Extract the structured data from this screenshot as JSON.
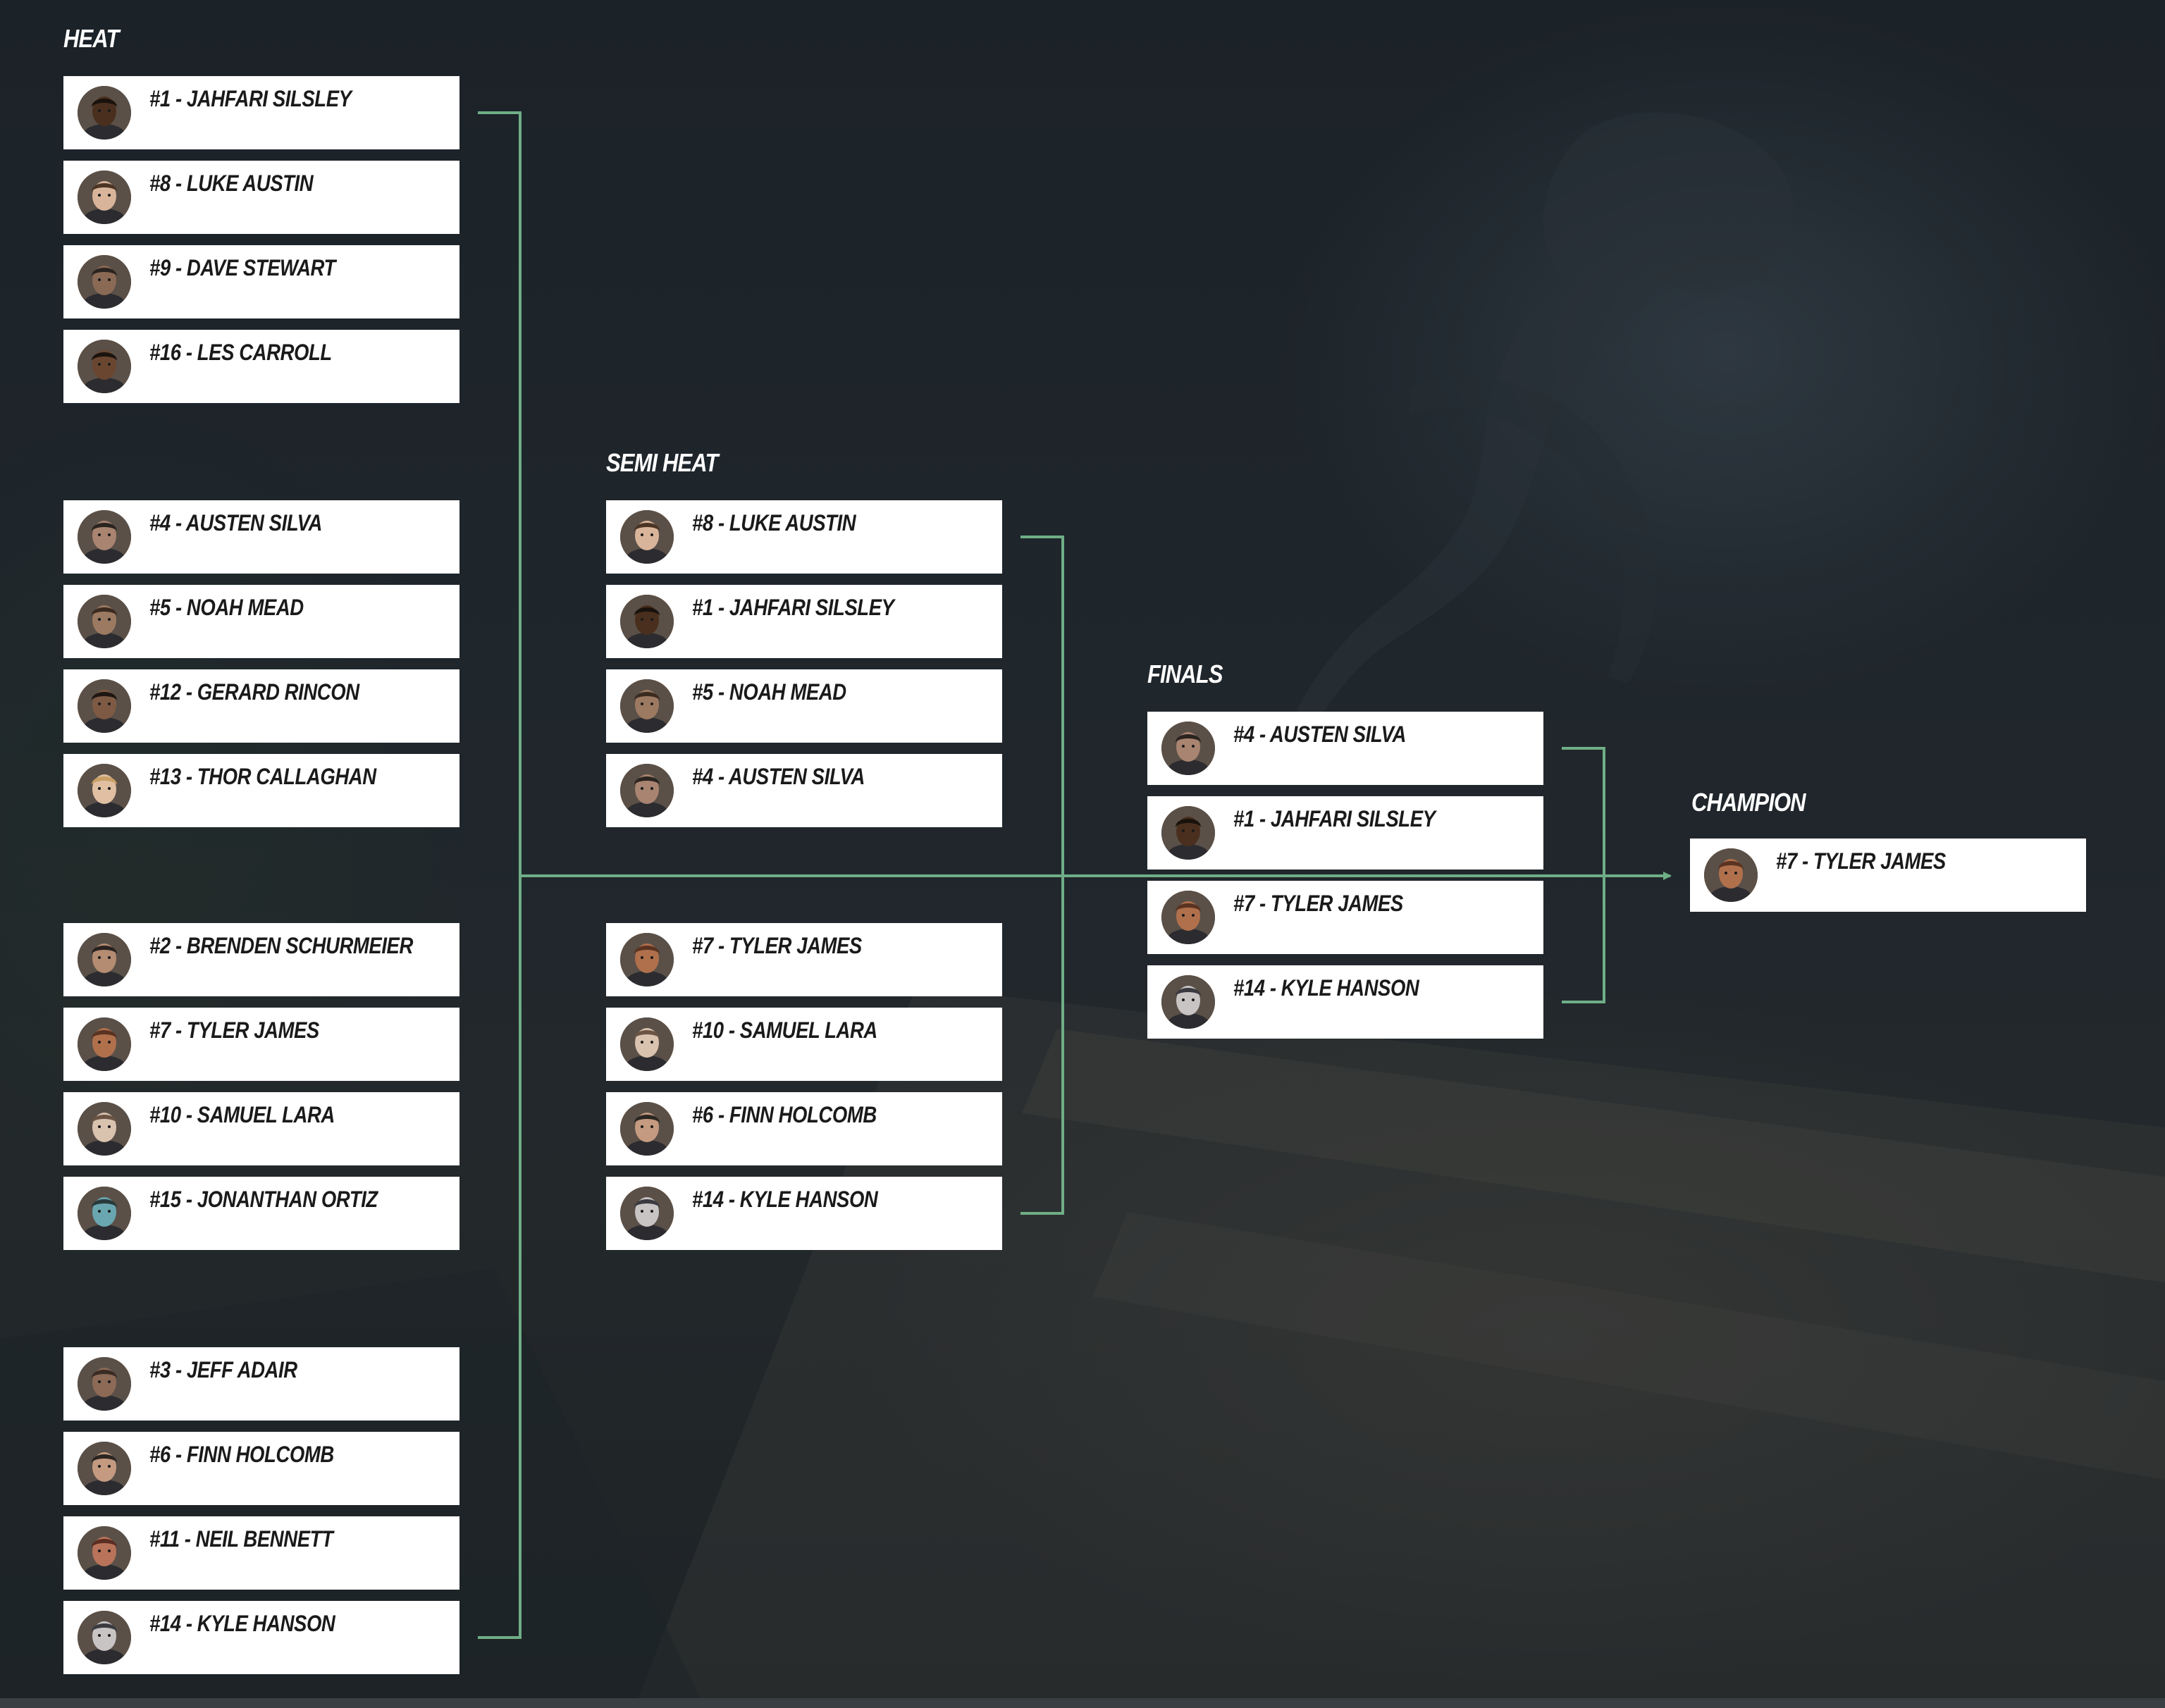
{
  "colors": {
    "connector": "#6fae86",
    "card_background": "#ffffff",
    "card_text": "#1a1a1a",
    "label_text": "#ffffff"
  },
  "sections": {
    "heat": "HEAT",
    "semi_heat": "SEMI HEAT",
    "finals": "FINALS",
    "champion": "CHAMPION"
  },
  "heat": [
    {
      "label": "#1 - JAHFARI SILSLEY",
      "skin": "#4a2f1e",
      "hair": "#1a120c"
    },
    {
      "label": "#8 - LUKE AUSTIN",
      "skin": "#d8b49a",
      "hair": "#4b3424"
    },
    {
      "label": "#9 - DAVE STEWART",
      "skin": "#8a6a55",
      "hair": "#2b2420"
    },
    {
      "label": "#16 - LES CARROLL",
      "skin": "#6a4630",
      "hair": "#1b130e"
    },
    {
      "label": "#4 - AUSTEN SILVA",
      "skin": "#a98470",
      "hair": "#2a2420"
    },
    {
      "label": "#5 - NOAH MEAD",
      "skin": "#9c7a62",
      "hair": "#3b2a20"
    },
    {
      "label": "#12 - GERARD RINCON",
      "skin": "#7e5a44",
      "hair": "#1e1612"
    },
    {
      "label": "#13 - THOR CALLAGHAN",
      "skin": "#e0bfa2",
      "hair": "#c9a066"
    },
    {
      "label": "#2 - BRENDEN SCHURMEIER",
      "skin": "#b48c72",
      "hair": "#2a2220"
    },
    {
      "label": "#7 - TYLER JAMES",
      "skin": "#b0704c",
      "hair": "#5a3322"
    },
    {
      "label": "#10 - SAMUEL LARA",
      "skin": "#d9c2ae",
      "hair": "#6b5444"
    },
    {
      "label": "#15 - JONANTHAN ORTIZ",
      "skin": "#6aa6b0",
      "hair": "#2a3a3c"
    },
    {
      "label": "#3 - JEFF ADAIR",
      "skin": "#8c6a56",
      "hair": "#3a2c24"
    },
    {
      "label": "#6 - FINN HOLCOMB",
      "skin": "#c49a80",
      "hair": "#2a2622"
    },
    {
      "label": "#11 - NEIL BENNETT",
      "skin": "#b8735a",
      "hair": "#5a2e22"
    },
    {
      "label": "#14 - KYLE HANSON",
      "skin": "#c8c4c4",
      "hair": "#3a3a40"
    }
  ],
  "semi_heat": [
    {
      "label": "#8 - LUKE AUSTIN",
      "skin": "#d8b49a",
      "hair": "#4b3424"
    },
    {
      "label": "#1 - JAHFARI SILSLEY",
      "skin": "#4a2f1e",
      "hair": "#1a120c"
    },
    {
      "label": "#5 - NOAH MEAD",
      "skin": "#9c7a62",
      "hair": "#3b2a20"
    },
    {
      "label": "#4 - AUSTEN SILVA",
      "skin": "#a98470",
      "hair": "#2a2420"
    },
    {
      "label": "#7 - TYLER JAMES",
      "skin": "#b0704c",
      "hair": "#5a3322"
    },
    {
      "label": "#10 - SAMUEL LARA",
      "skin": "#d9c2ae",
      "hair": "#6b5444"
    },
    {
      "label": "#6 - FINN HOLCOMB",
      "skin": "#c49a80",
      "hair": "#2a2622"
    },
    {
      "label": "#14 - KYLE HANSON",
      "skin": "#c8c4c4",
      "hair": "#3a3a40"
    }
  ],
  "finals": [
    {
      "label": "#4 - AUSTEN SILVA",
      "skin": "#a98470",
      "hair": "#2a2420"
    },
    {
      "label": "#1 - JAHFARI SILSLEY",
      "skin": "#4a2f1e",
      "hair": "#1a120c"
    },
    {
      "label": "#7 - TYLER JAMES",
      "skin": "#b0704c",
      "hair": "#5a3322"
    },
    {
      "label": "#14 - KYLE HANSON",
      "skin": "#c8c4c4",
      "hair": "#3a3a40"
    }
  ],
  "champion": {
    "label": "#7 - TYLER JAMES",
    "skin": "#b0704c",
    "hair": "#5a3322"
  }
}
